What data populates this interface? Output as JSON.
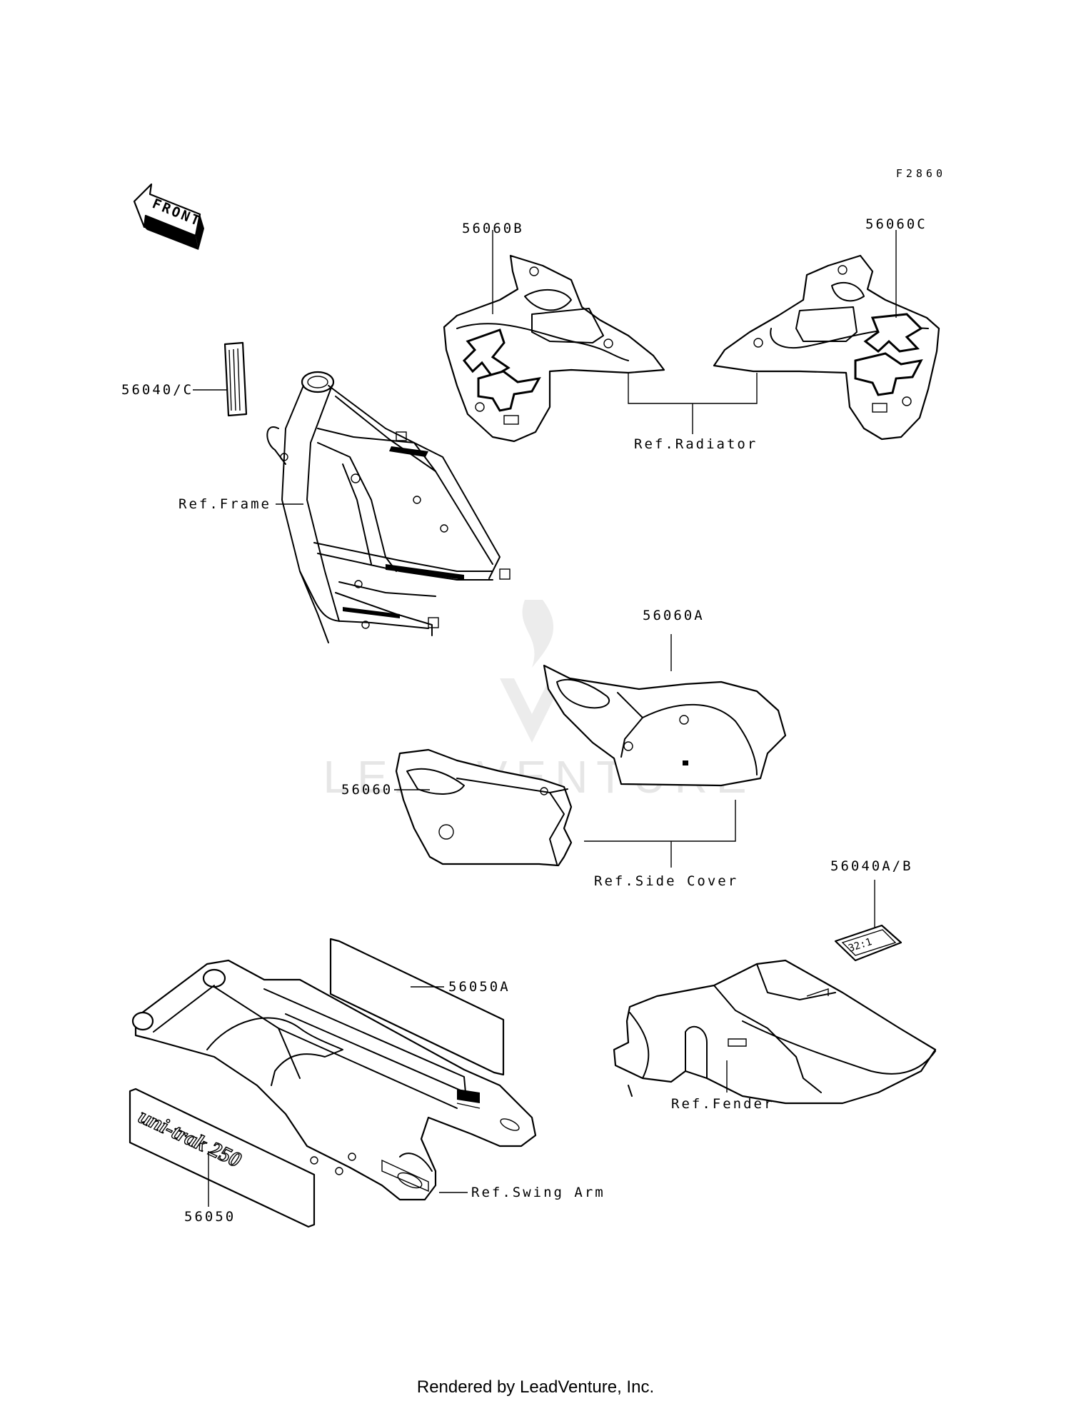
{
  "diagram": {
    "code": "F2860",
    "front_label": "FRONT",
    "parts": {
      "p56060B": "56060B",
      "p56060C": "56060C",
      "p56040C": "56040/C",
      "p56060A": "56060A",
      "p56060": "56060",
      "p56040AB": "56040A/B",
      "p56050A": "56050A",
      "p56050": "56050"
    },
    "refs": {
      "radiator": "Ref.Radiator",
      "frame": "Ref.Frame",
      "side_cover": "Ref.Side Cover",
      "fender": "Ref.Fender",
      "swing_arm": "Ref.Swing Arm"
    },
    "decal_texts": {
      "ratio": "32:1",
      "swingarm_decal": "uni-trak 250"
    },
    "watermark": "LEADVENTURE",
    "footer": "Rendered by LeadVenture, Inc."
  }
}
